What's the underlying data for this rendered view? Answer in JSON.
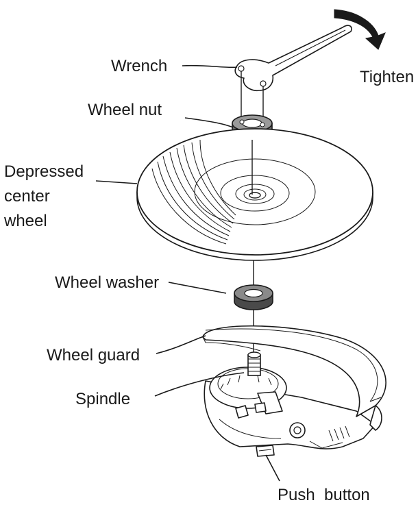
{
  "labels": {
    "wrench": "Wrench",
    "tighten": "Tighten",
    "wheel_nut": "Wheel nut",
    "depressed_1": "Depressed",
    "depressed_2": "center",
    "depressed_3": "wheel",
    "wheel_washer": "Wheel washer",
    "wheel_guard": "Wheel guard",
    "spindle": "Spindle",
    "push_button": "Push  button"
  },
  "colors": {
    "line": "#1a1a1a",
    "part_fill": "#ffffff",
    "nut_fill": "#8a8a8a",
    "arrow_fill": "#1a1a1a"
  },
  "icons": {
    "rotation_arrow": "curved-arrow-clockwise-icon"
  }
}
